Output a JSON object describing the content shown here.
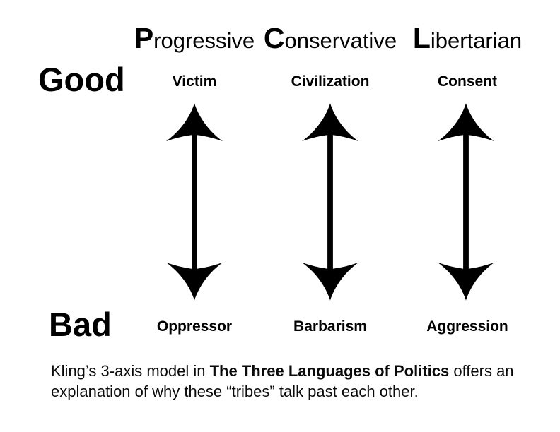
{
  "diagram": {
    "title_hidden": "",
    "scale": {
      "good": "Good",
      "bad": "Bad"
    },
    "axes": [
      {
        "name": "Progressive",
        "initial": "P",
        "rest": "rogressive",
        "good_pole": "Victim",
        "bad_pole": "Oppressor"
      },
      {
        "name": "Conservative",
        "initial": "C",
        "rest": "onservative",
        "good_pole": "Civilization",
        "bad_pole": "Barbarism"
      },
      {
        "name": "Libertarian",
        "initial": "L",
        "rest": "ibertarian",
        "good_pole": "Consent",
        "bad_pole": "Aggression"
      }
    ],
    "caption": {
      "text_before_title": "Kling’s 3-axis model in ",
      "book_title": "The Three Languages of Politics",
      "text_after_title": " offers an",
      "line2": "explanation of why these “tribes” talk past each other."
    },
    "colors": {
      "foreground": "#000000",
      "background": "#ffffff"
    }
  }
}
